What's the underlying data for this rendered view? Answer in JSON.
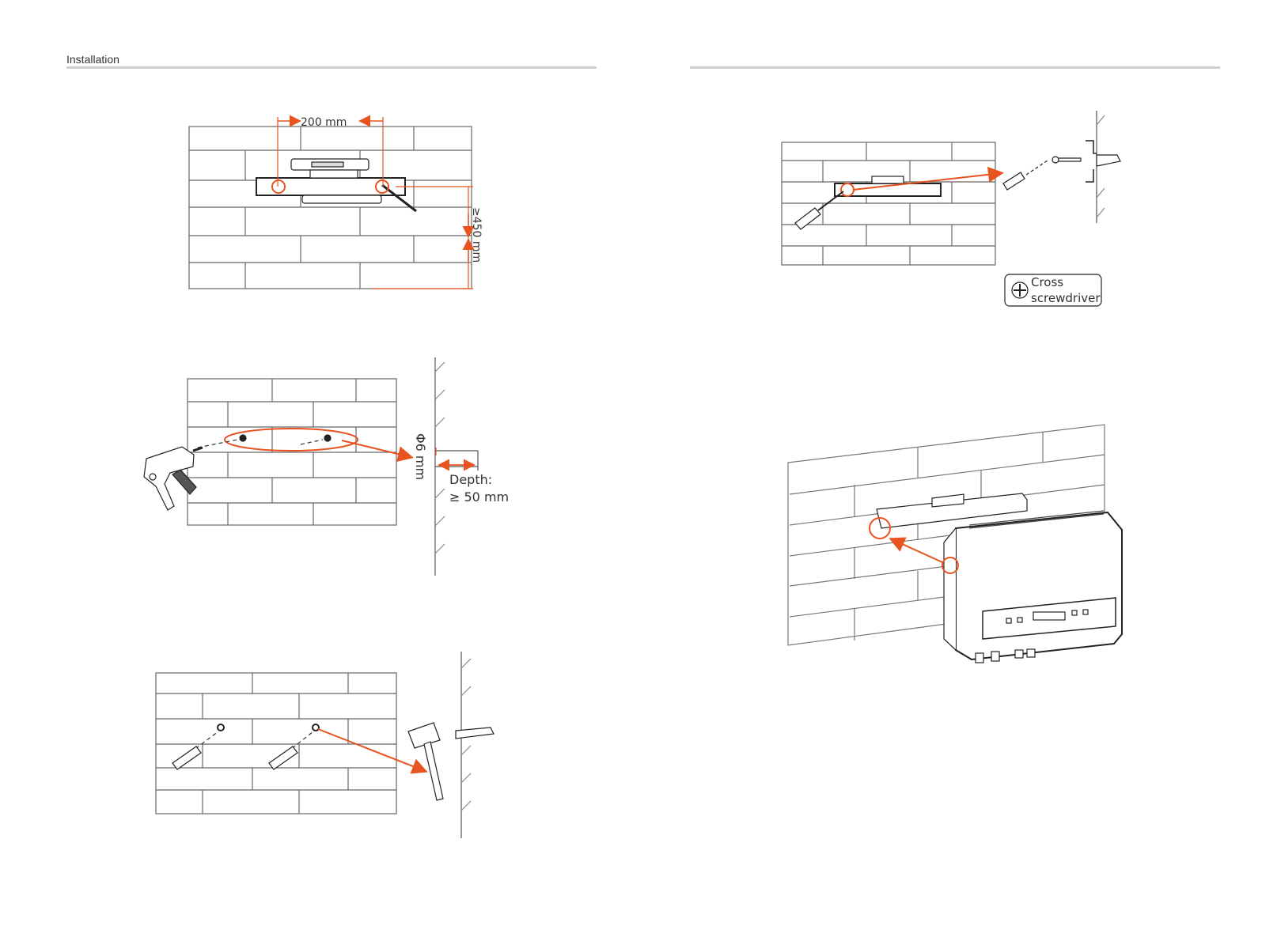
{
  "page": {
    "section_header": "Installation"
  },
  "figures": {
    "level": {
      "width_label": "200 mm",
      "height_label": "≥450 mm"
    },
    "drill": {
      "diameter_label": "Φ6 mm",
      "depth_label_1": "Depth:",
      "depth_label_2": "≥ 50 mm"
    },
    "screw": {
      "tool_line_1": "Cross",
      "tool_line_2": "screwdriver"
    }
  },
  "colors": {
    "accent": "#e8531f",
    "line": "#555555",
    "rule": "#d0d0d0"
  },
  "icons": [
    "cross-screwdriver-icon",
    "drill-icon",
    "hammer-icon",
    "screwdriver-icon",
    "wall-plug-icon",
    "screw-icon",
    "inverter-icon",
    "spirit-level-icon"
  ]
}
